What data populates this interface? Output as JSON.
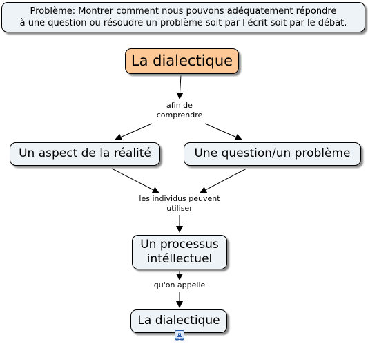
{
  "problem": {
    "line1": "Problème: Montrer comment nous pouvons adéquatement répondre",
    "line2": "à une question ou résoudre un problème soit par l'écrit soit par le débat."
  },
  "nodes": {
    "root": "La dialectique",
    "aspect": "Un aspect de la réalité",
    "question": "Une question/un problème",
    "processus_line1": "Un processus",
    "processus_line2": "intéllectuel",
    "dialectique": "La dialectique"
  },
  "links": {
    "afin_line1": "afin de",
    "afin_line2": "comprendre",
    "individus_line1": "les individus peuvent",
    "individus_line2": "utiliser",
    "appelle": "qu'on appelle"
  },
  "icons": {
    "resource": "concept-map-resource-icon"
  },
  "colors": {
    "root_fill": "#fdc896",
    "node_fill": "#eef3f7",
    "resource_icon": "#2a5caa"
  }
}
